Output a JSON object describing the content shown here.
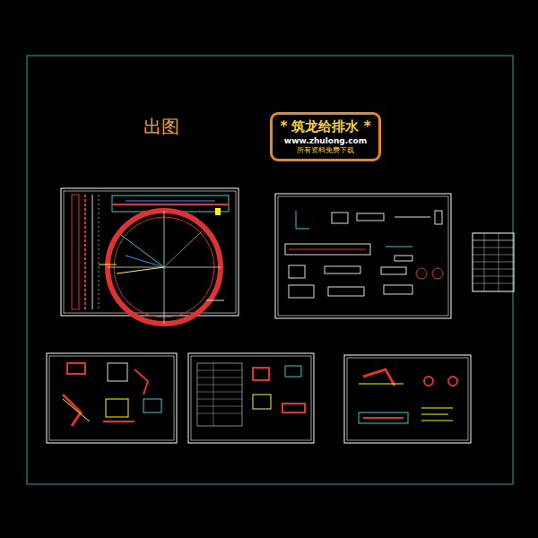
{
  "diagram": {
    "nodes": [
      {
        "text": [
          "* 筑龙给排水 *",
          "www.zhulong.com",
          "所有资料免费下载"
        ]
      }
    ],
    "labels": [
      "出图"
    ]
  }
}
